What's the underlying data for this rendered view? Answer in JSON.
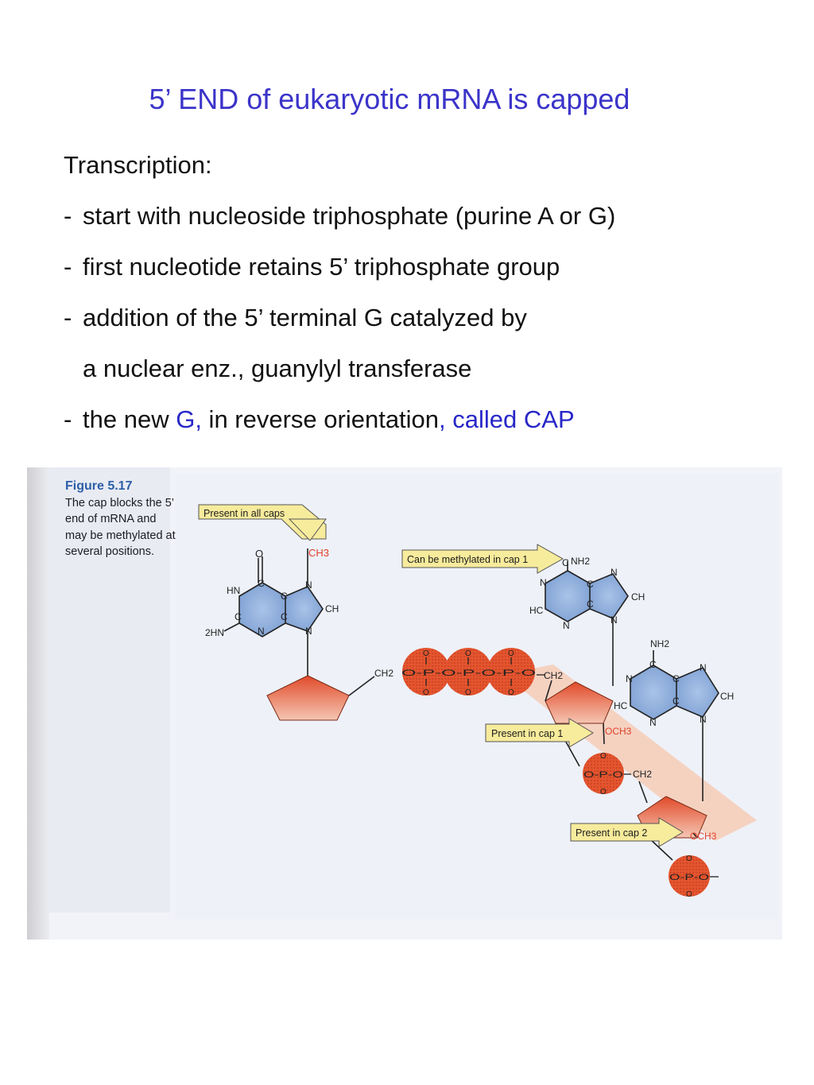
{
  "title": "5’ END of eukaryotic mRNA is capped",
  "intro": "Transcription:",
  "bullets": [
    {
      "dash": "-",
      "text": "start with nucleoside triphosphate (purine A or G)"
    },
    {
      "dash": "-",
      "text": "first nucleotide retains 5’ triphosphate group"
    },
    {
      "dash": "-",
      "text": "addition of the 5’ terminal G catalyzed by"
    },
    {
      "dash": "",
      "text": "a nuclear enz., guanylyl transferase"
    },
    {
      "dash": "-",
      "text_before": "the new ",
      "text_g": "G,",
      "text_mid": " in reverse orientation",
      "text_cap": ", called CAP"
    }
  ],
  "figure": {
    "label": "Figure 5.17",
    "caption": "The cap blocks the 5’ end of mRNA and may be methylated at several positions.",
    "callouts": {
      "all_caps": "Present in all caps",
      "cap1_methyl": "Can be methylated in cap 1",
      "cap1": "Present in cap 1",
      "cap2": "Present in cap 2"
    },
    "atoms": {
      "o": "O",
      "hn": "HN",
      "c": "C",
      "n": "N",
      "ch": "CH",
      "h2n": "2HN",
      "ch3": "CH3",
      "nh2": "NH2",
      "hc": "HC",
      "ch2": "CH2",
      "och3": "OCH3",
      "p": "P",
      "phosphate_chain": "O-P-O-P-O-P-O",
      "phosphate_single": "O-P-O"
    }
  },
  "colors": {
    "title": "#3b34c9",
    "highlight": "#2727c8",
    "base": "#8fb0dc",
    "sugar": "#e8603c",
    "phosphate": "#e4552f",
    "callout": "#f7eb9c",
    "band": "#f6cdb6"
  }
}
